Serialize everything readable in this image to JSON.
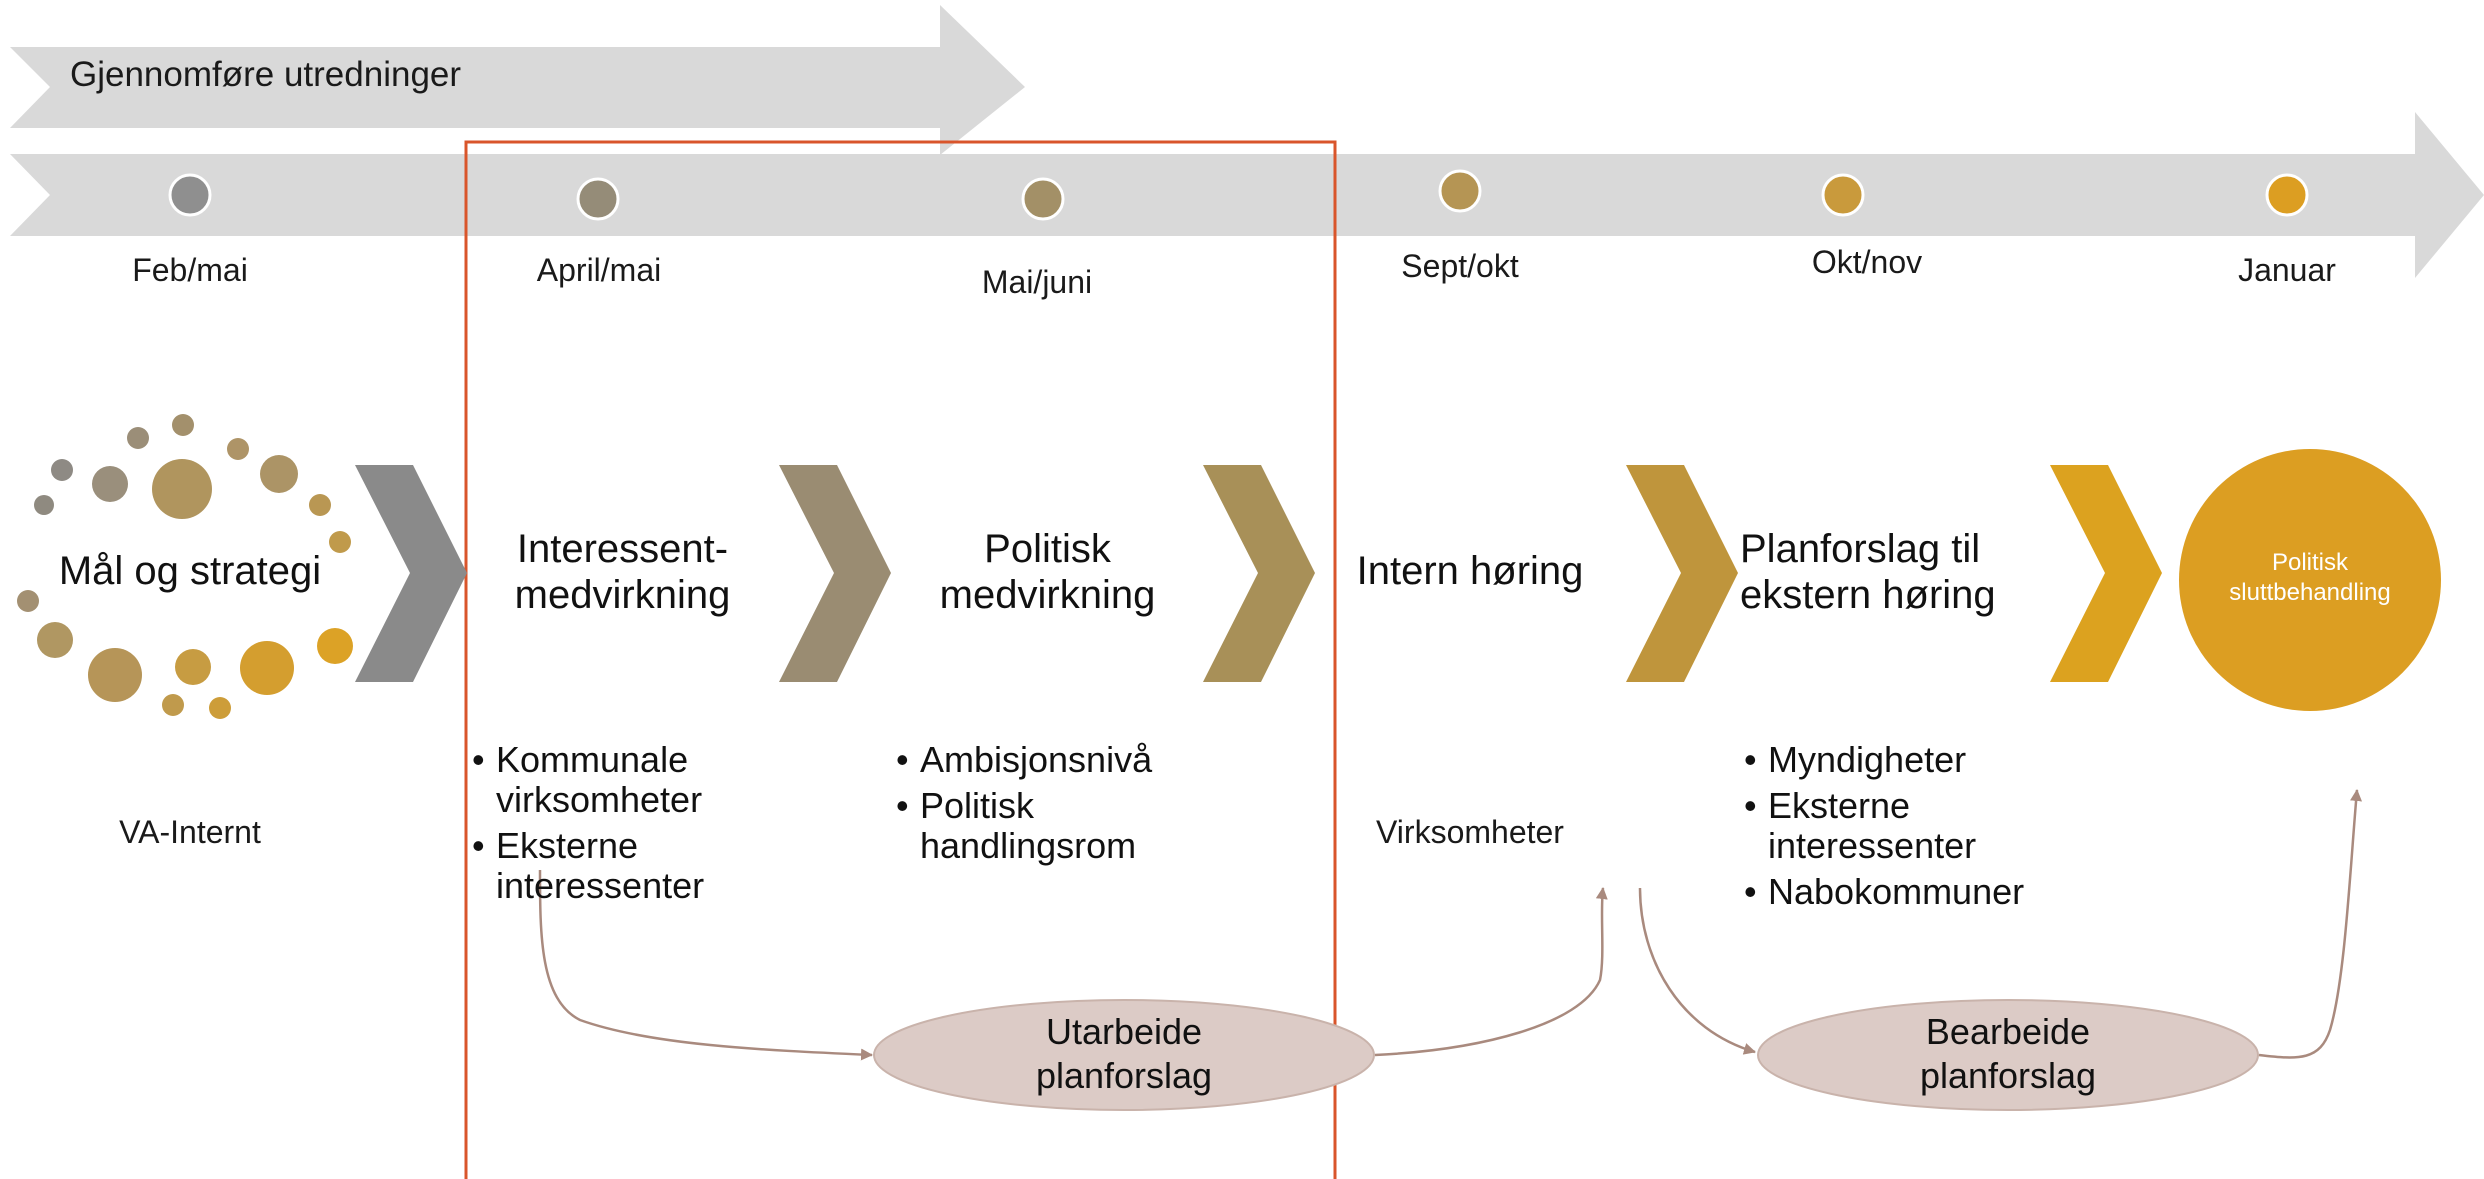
{
  "top_arrow": {
    "label": "Gjennomføre utredninger"
  },
  "timeline": {
    "milestones": [
      {
        "label": "Feb/mai",
        "color": "#8f8f8f"
      },
      {
        "label": "April/mai",
        "color": "#958c78"
      },
      {
        "label": "Mai/juni",
        "color": "#a39067"
      },
      {
        "label": "Sept/okt",
        "color": "#b59554"
      },
      {
        "label": "Okt/nov",
        "color": "#c99a3c"
      },
      {
        "label": "Januar",
        "color": "#dc9e22"
      }
    ]
  },
  "stages": {
    "goals": {
      "title": "Mål og strategi",
      "sub": "VA-Internt"
    },
    "stakeholders": {
      "title_line1": "Interessent-",
      "title_line2": "medvirkning",
      "bullets": [
        "Kommunale virksomheter",
        "Eksterne interessenter"
      ]
    },
    "political": {
      "title_line1": "Politisk",
      "title_line2": "medvirkning",
      "bullets": [
        "Ambisjonsnivå",
        "Politisk handlingsrom"
      ]
    },
    "internal": {
      "title": "Intern høring",
      "sub": "Virksomheter"
    },
    "proposal": {
      "title_line1": "Planforslag til",
      "title_line2": "ekstern høring",
      "bullets": [
        "Myndigheter",
        "Eksterne interessenter",
        "Nabokommuner"
      ]
    },
    "final": {
      "title_line1": "Politisk",
      "title_line2": "sluttbehandling",
      "color": "#dc9e22"
    }
  },
  "process_bubbles": {
    "prepare": {
      "line1": "Utarbeide",
      "line2": "planforslag"
    },
    "rework": {
      "line1": "Bearbeide",
      "line2": "planforslag"
    }
  },
  "colors": {
    "arrow_band": "#d9d9d9",
    "highlight_frame": "#d9552b",
    "chevrons": [
      "#8a8a8a",
      "#9a8c72",
      "#a89058",
      "#bf953c",
      "#dca21f"
    ],
    "bubble_fill": "#dccbc6",
    "connector": "#a98a7e"
  }
}
